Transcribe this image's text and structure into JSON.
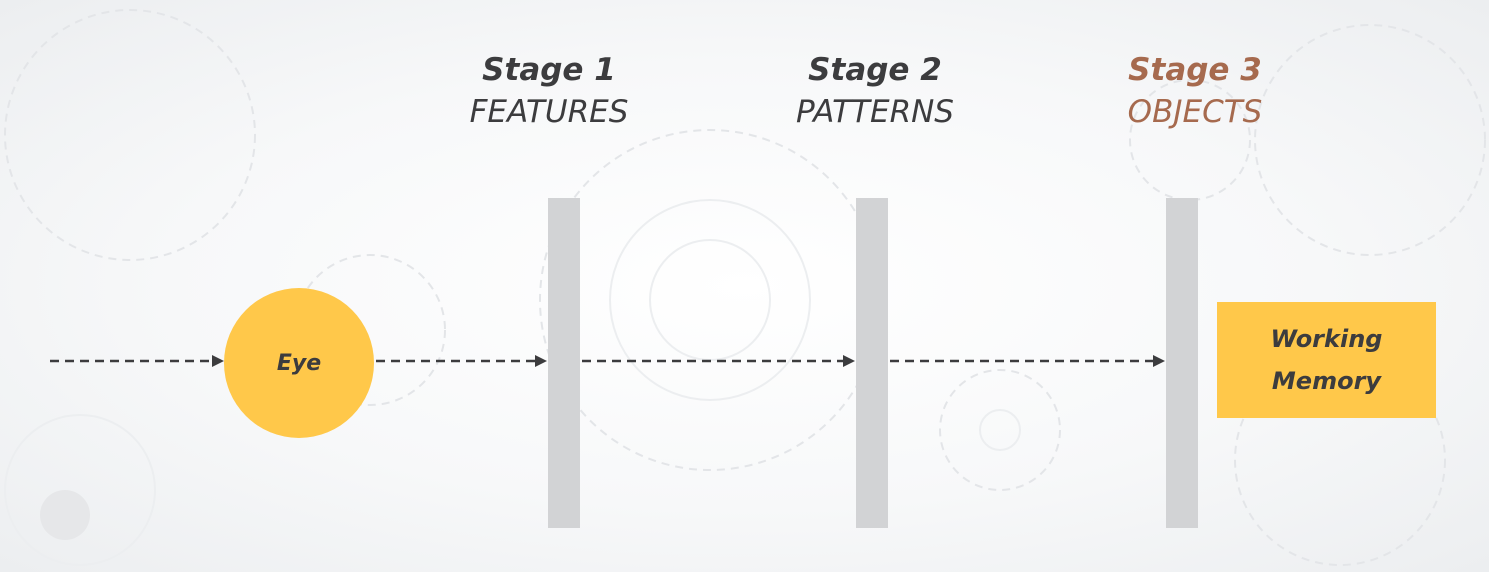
{
  "stages": [
    {
      "number": "Stage 1",
      "name": "FEATURES"
    },
    {
      "number": "Stage 2",
      "name": "PATTERNS"
    },
    {
      "number": "Stage 3",
      "name": "OBJECTS"
    }
  ],
  "eye": {
    "label": "Eye"
  },
  "working_memory": {
    "line1": "Working",
    "line2": "Memory"
  },
  "colors": {
    "accent": "#ffc84a",
    "highlight": "#a66a4e",
    "bar": "#d2d3d5",
    "text": "#3c3c3e"
  }
}
